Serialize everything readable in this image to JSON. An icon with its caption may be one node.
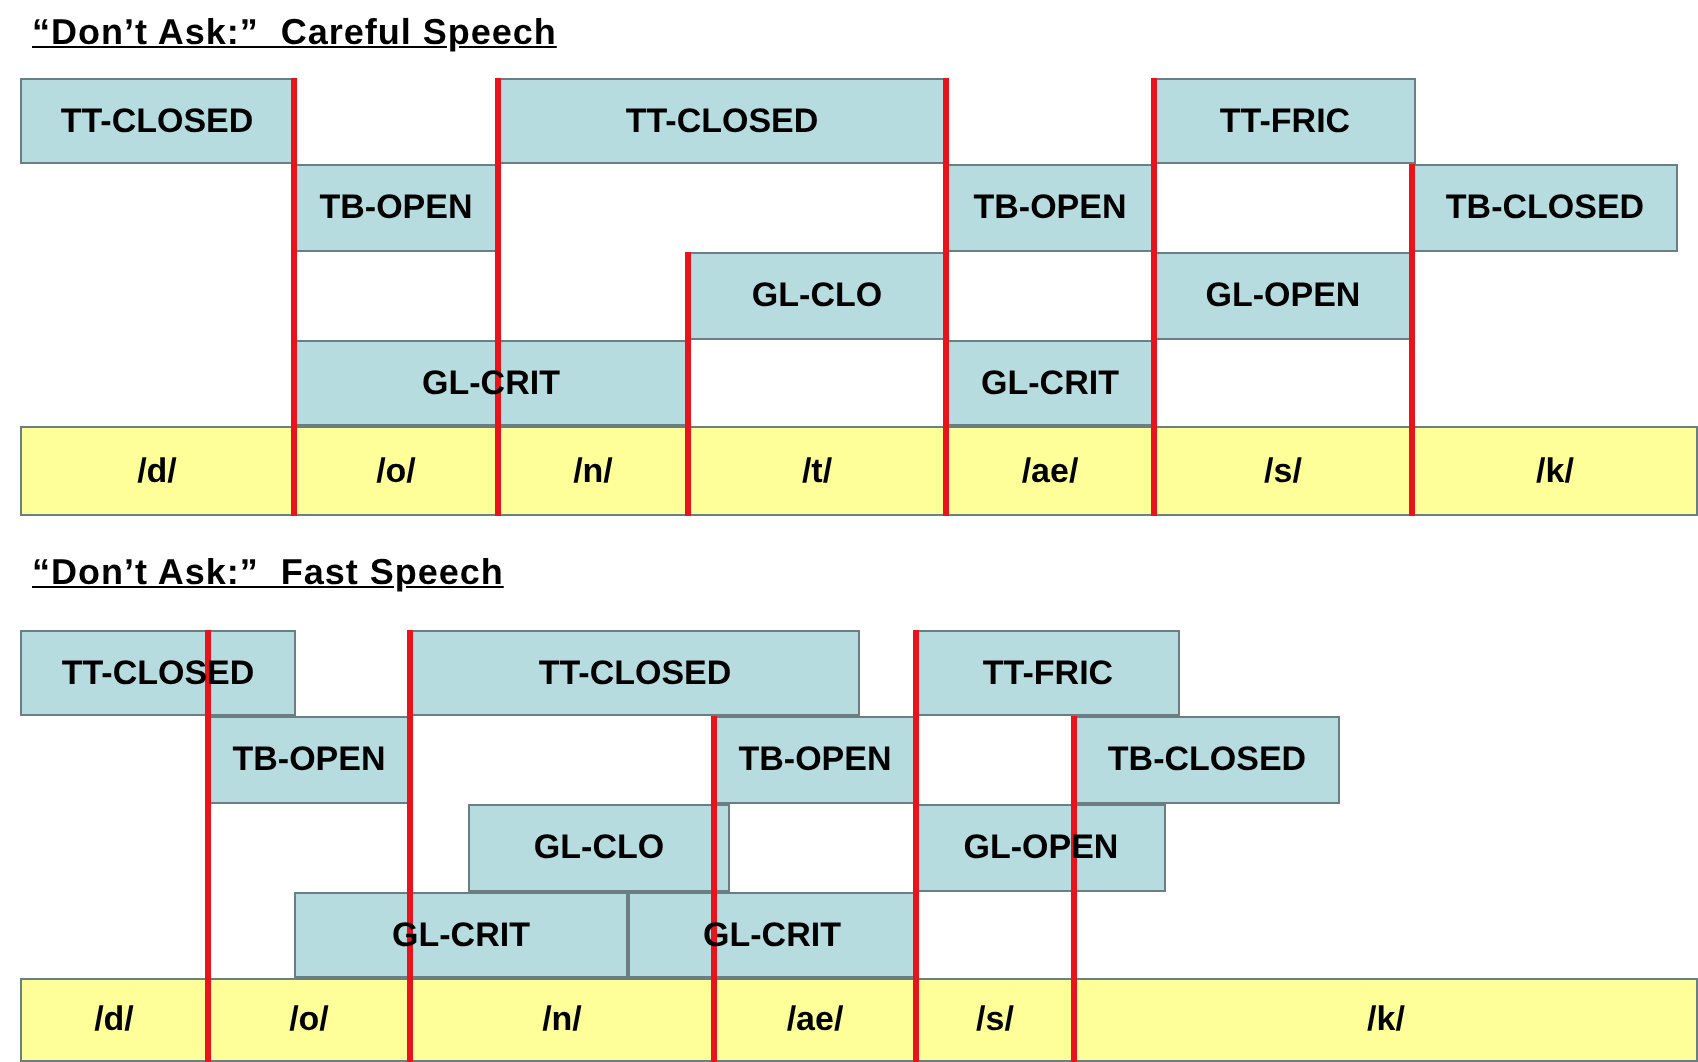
{
  "diagram": {
    "nodes": [
      {
        "text": [
          "TT-CLOSED"
        ]
      },
      {
        "text": [
          "TT-CLOSED"
        ]
      },
      {
        "text": [
          "TT-FRIC"
        ]
      },
      {
        "text": [
          "TB-OPEN"
        ]
      },
      {
        "text": [
          "TB-OPEN"
        ]
      },
      {
        "text": [
          "TB-CLOSED"
        ]
      },
      {
        "text": [
          "GL-CLO"
        ]
      },
      {
        "text": [
          "GL-OPEN"
        ]
      },
      {
        "text": [
          "GL-CRIT"
        ]
      },
      {
        "text": [
          "GL-CRIT"
        ]
      },
      {
        "text": [
          "/d/"
        ]
      },
      {
        "text": [
          "/o/"
        ]
      },
      {
        "text": [
          "/n/"
        ]
      },
      {
        "text": [
          "/t/"
        ]
      },
      {
        "text": [
          "/ae/"
        ]
      },
      {
        "text": [
          "/s/"
        ]
      },
      {
        "text": [
          "/k/"
        ]
      },
      {
        "text": [
          "TT-CLOSED"
        ]
      },
      {
        "text": [
          "TT-CLOSED"
        ]
      },
      {
        "text": [
          "TT-FRIC"
        ]
      },
      {
        "text": [
          "TB-OPEN"
        ]
      },
      {
        "text": [
          "TB-OPEN"
        ]
      },
      {
        "text": [
          "TB-CLOSED"
        ]
      },
      {
        "text": [
          "GL-CLO"
        ]
      },
      {
        "text": [
          "GL-OPEN"
        ]
      },
      {
        "text": [
          "GL-CRIT"
        ]
      },
      {
        "text": [
          "GL-CRIT"
        ]
      },
      {
        "text": [
          "/d/"
        ]
      },
      {
        "text": [
          "/o/"
        ]
      },
      {
        "text": [
          "/n/"
        ]
      },
      {
        "text": [
          "/ae/"
        ]
      },
      {
        "text": [
          "/s/"
        ]
      },
      {
        "text": [
          "/k/"
        ]
      }
    ],
    "labels": [
      "“Don’t Ask:”  Careful Speech",
      "“Don’t Ask:”  Fast Speech"
    ]
  }
}
